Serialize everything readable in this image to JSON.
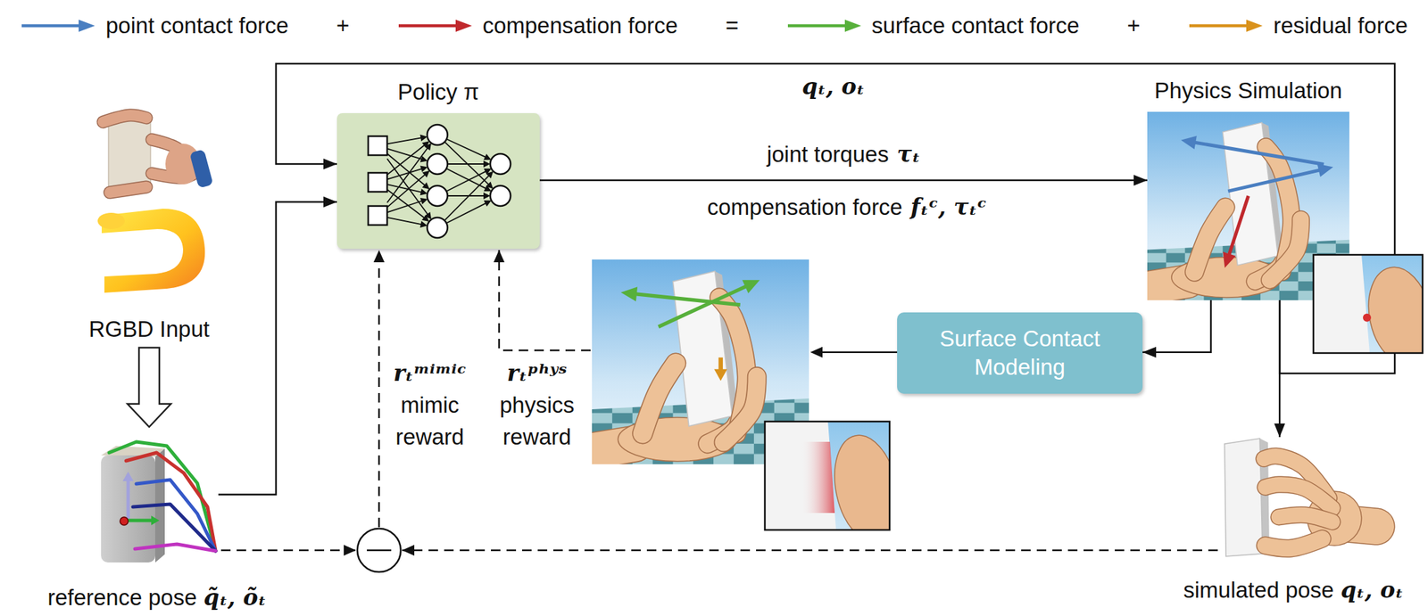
{
  "diagram": {
    "nodes": [
      {
        "text": [
          "Policy π"
        ]
      },
      {
        "text": [
          "Physics Simulation"
        ]
      },
      {
        "text": [
          "RGBD Input"
        ]
      },
      {
        "text": [
          "Surface Contact Modeling"
        ]
      },
      {
        "text": [
          "reference pose",
          "q̃ₜ, õₜ"
        ]
      },
      {
        "text": [
          "simulated pose",
          "qₜ, oₜ"
        ]
      }
    ],
    "edges": [
      {
        "from": 2,
        "to": 4,
        "arrow": "to"
      },
      {
        "from": 4,
        "to": 0,
        "arrow": "to"
      },
      {
        "from": 0,
        "to": 1,
        "arrow": "to",
        "label": "joint torques"
      },
      {
        "from": 1,
        "to": 0,
        "arrow": "to",
        "label": "qₜ, oₜ"
      },
      {
        "from": 1,
        "to": 3,
        "arrow": "to"
      },
      {
        "from": 1,
        "to": 5,
        "arrow": "to"
      }
    ],
    "labels": [
      "+",
      "=",
      "+",
      "τₜ",
      "compensation force",
      "fₜᶜ, τₜᶜ",
      "rₜᵐⁱᵐⁱᶜ",
      "mimic reward",
      "rₜᵖʰʸˢ",
      "physics reward"
    ],
    "legend": [
      {
        "text": "point contact force"
      },
      {
        "text": "compensation force"
      },
      {
        "text": "surface contact force"
      },
      {
        "text": "residual force"
      }
    ]
  }
}
